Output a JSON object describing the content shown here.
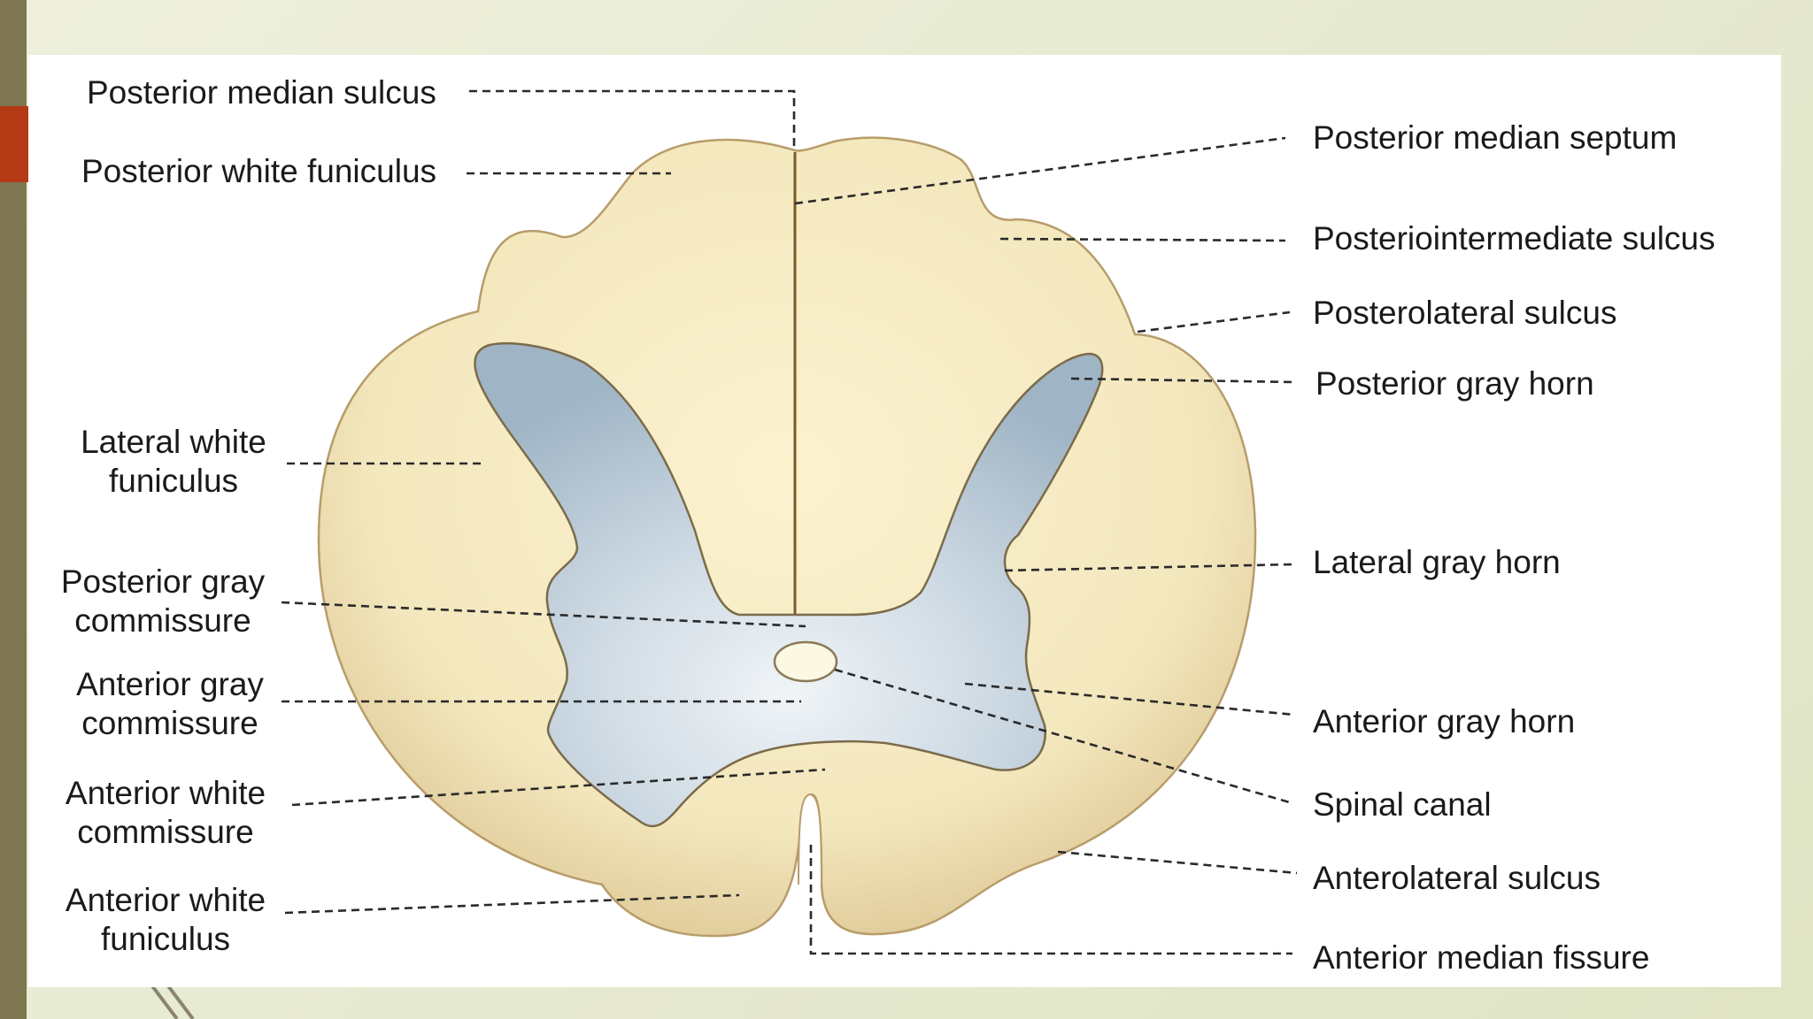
{
  "labels": {
    "posterior_median_sulcus": "Posterior median sulcus",
    "posterior_white_funiculus": "Posterior white funiculus",
    "lateral_white_funiculus_1": "Lateral white",
    "lateral_white_funiculus_2": "funiculus",
    "posterior_gray_commissure_1": "Posterior gray",
    "posterior_gray_commissure_2": "commissure",
    "anterior_gray_commissure_1": "Anterior gray",
    "anterior_gray_commissure_2": "commissure",
    "anterior_white_commissure_1": "Anterior white",
    "anterior_white_commissure_2": "commissure",
    "anterior_white_funiculus_1": "Anterior white",
    "anterior_white_funiculus_2": "funiculus",
    "posterior_median_septum": "Posterior median septum",
    "posteriointermediate_sulcus": "Posteriointermediate sulcus",
    "posterolateral_sulcus": "Posterolateral sulcus",
    "posterior_gray_horn": "Posterior gray horn",
    "lateral_gray_horn": "Lateral gray horn",
    "anterior_gray_horn": "Anterior gray horn",
    "spinal_canal": "Spinal canal",
    "anterolateral_sulcus": "Anterolateral sulcus",
    "anterior_median_fissure": "Anterior median fissure"
  },
  "colors": {
    "white_matter": "#f1e6bf",
    "white_matter_edge": "#b89c6a",
    "gray_matter": "#c3d2de",
    "gray_matter_edge": "#7b6b4a",
    "slide_bar": "#7e7650",
    "slide_accent": "#b43a16"
  }
}
